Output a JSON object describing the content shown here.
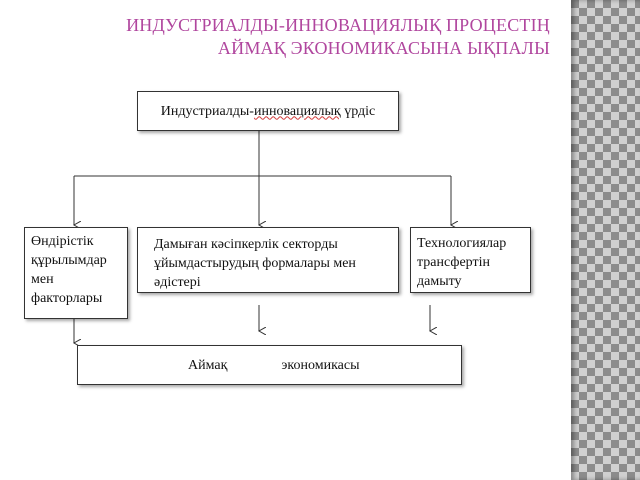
{
  "title": {
    "line1": "ИНДУСТРИАЛДЫ-ИННОВАЦИЯЛЫҚ ПРОЦЕСТІҢ",
    "line2": "АЙМАҚ ЭКОНОМИКАСЫНА ЫҚПАЛЫ",
    "color": "#b0469e"
  },
  "diagram": {
    "top_box": {
      "prefix": "Индустриалды-",
      "underlined": "инновациялық",
      "suffix": " үрдіс"
    },
    "left_box": {
      "lines": [
        "Өндірістік",
        "құрылымдар",
        "мен",
        "факторлары"
      ]
    },
    "middle_box": {
      "lines": [
        "Дамыған кәсіпкерлік секторды",
        "ұйымдастырудың формалары мен әдістері"
      ]
    },
    "right_box": {
      "lines": [
        "Технологиялар",
        "трансфертін",
        "дамыту"
      ]
    },
    "bottom_box": {
      "word1": "Аймақ",
      "word2": "экономикасы"
    }
  },
  "side_pattern_icon": "diamond-tile-pattern"
}
